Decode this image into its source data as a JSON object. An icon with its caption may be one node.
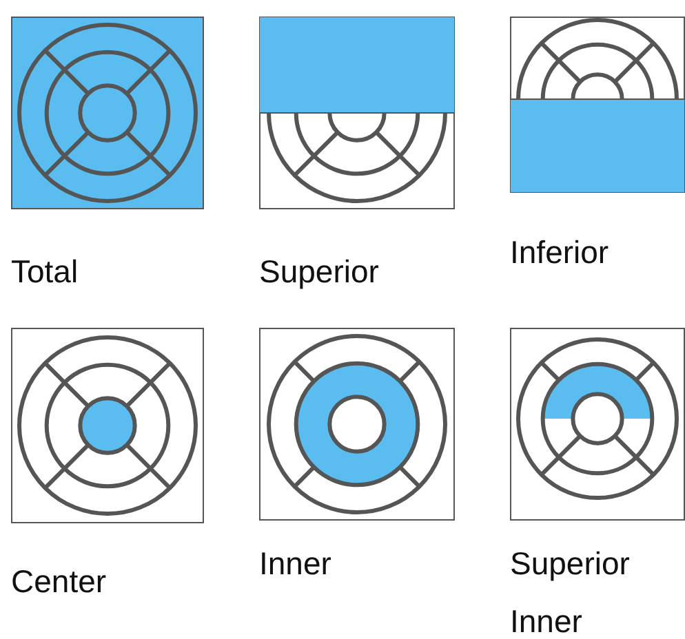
{
  "diagram": {
    "labels": [
      "Total",
      "Superior",
      "Inferior",
      "Center",
      "Inner",
      "Superior Inner"
    ]
  }
}
